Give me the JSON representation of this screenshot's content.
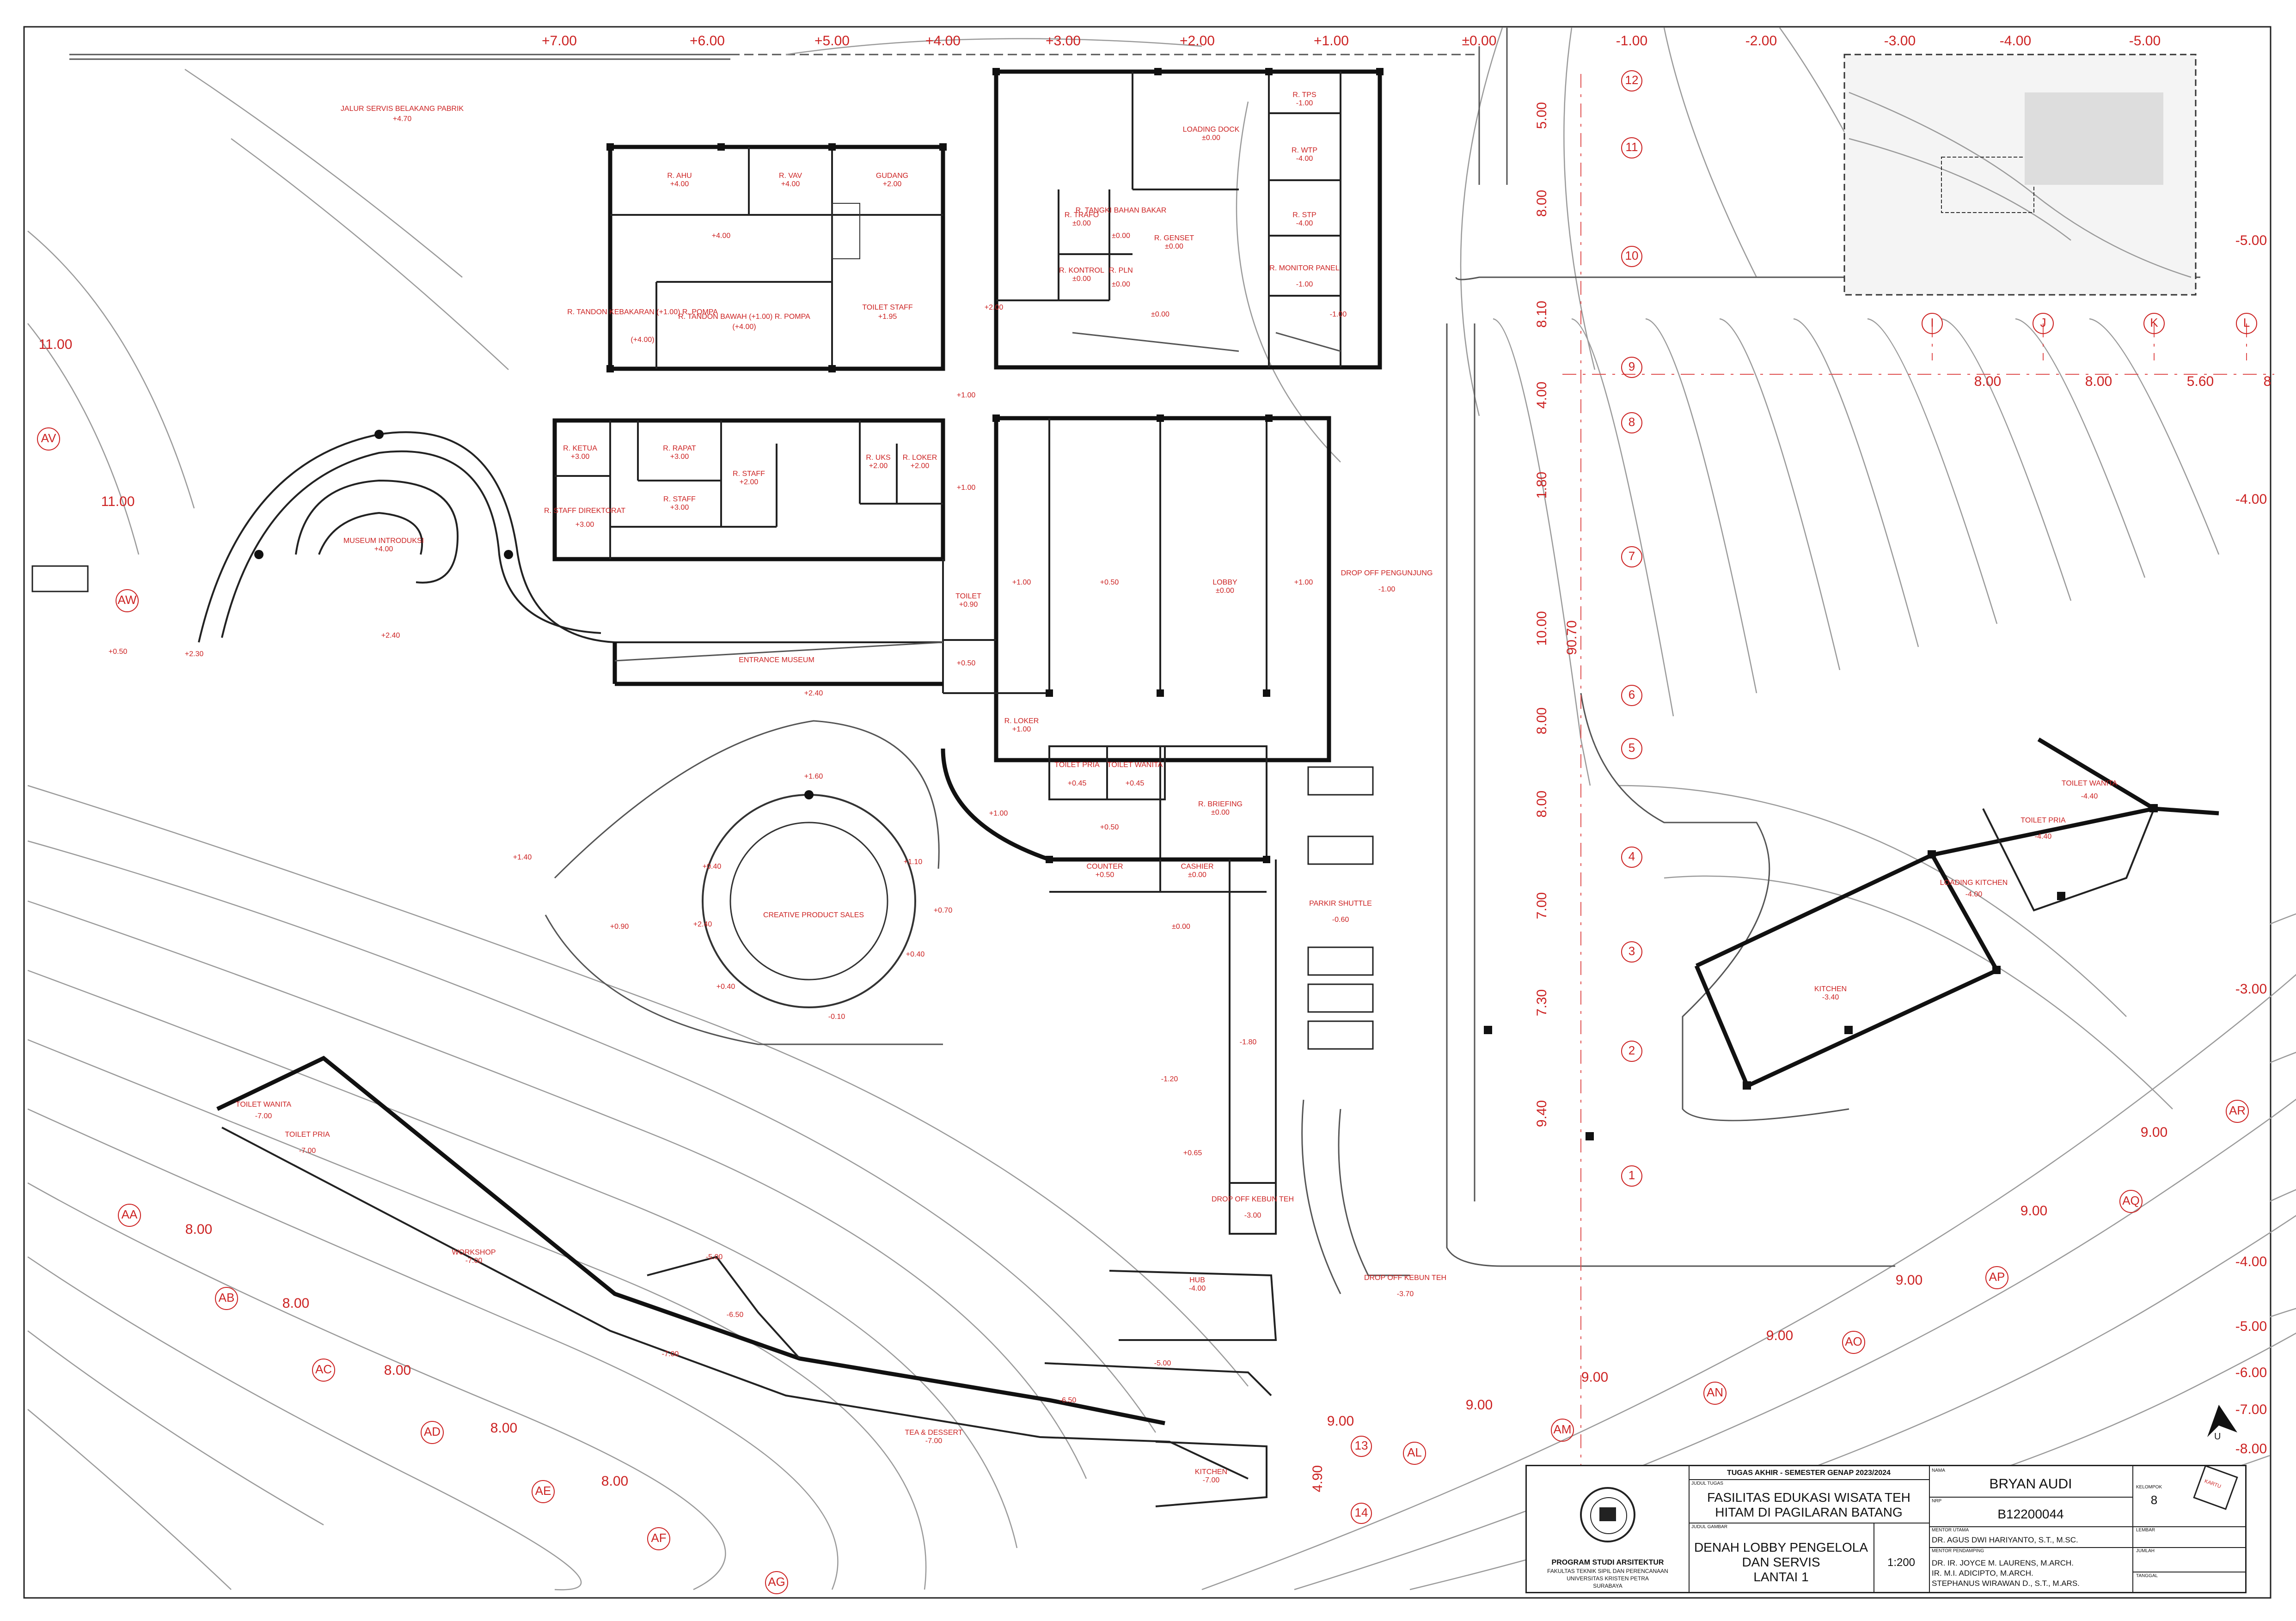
{
  "top_levels": [
    "+7.00",
    "+6.00",
    "+5.00",
    "+4.00",
    "+3.00",
    "+2.00",
    "+1.00",
    "±0.00",
    "-1.00",
    "-2.00",
    "-3.00",
    "-4.00",
    "-5.00"
  ],
  "right_levels": [
    "-5.00",
    "-4.00",
    "-3.00",
    "-4.00",
    "-5.00",
    "-6.00",
    "-7.00",
    "-8.00"
  ],
  "contour_labels": [
    "9.00",
    "9.00",
    "9.00",
    "9.00",
    "9.00",
    "9.00",
    "9.00",
    "8.00",
    "8.00",
    "8.00",
    "8.00",
    "8.00",
    "11.00",
    "11.00"
  ],
  "grid_columns": [
    "I",
    "J",
    "K",
    "L"
  ],
  "grid_column_dims": [
    "8.00",
    "8.00",
    "5.60",
    "8"
  ],
  "grid_rows_vertical": [
    "12",
    "11",
    "10",
    "9",
    "8",
    "7",
    "6",
    "5",
    "4",
    "3",
    "2",
    "1",
    "13",
    "14"
  ],
  "grid_row_dims": [
    "5.00",
    "8.00",
    "8.10",
    "4.00",
    "1.80",
    "10.00",
    "8.00",
    "8.00",
    "7.00",
    "7.30",
    "9.40",
    "90.70",
    "4.90"
  ],
  "grid_arc_axes": [
    "AV",
    "AW",
    "AA",
    "AB",
    "AC",
    "AD",
    "AE",
    "AF",
    "AG",
    "AR",
    "AQ",
    "AP",
    "AO",
    "AN",
    "AM",
    "AL"
  ],
  "rooms": [
    {
      "name": "JALUR SERVIS BELAKANG PABRIK",
      "level": "+4.70"
    },
    {
      "name": "R. AHU",
      "level": "+4.00"
    },
    {
      "name": "R. VAV",
      "level": "+4.00"
    },
    {
      "name": "GUDANG",
      "level": "+2.00"
    },
    {
      "name": "LOADING DOCK",
      "level": "±0.00"
    },
    {
      "name": "R. TPS",
      "level": "-1.00"
    },
    {
      "name": "R. WTP",
      "level": "-4.00"
    },
    {
      "name": "R. STP",
      "level": "-4.00"
    },
    {
      "name": "R. MONITOR PANEL",
      "level": "-1.00"
    },
    {
      "name": "R. TRAFO",
      "level": "±0.00"
    },
    {
      "name": "R. TANGKI BAHAN BAKAR",
      "level": "±0.00"
    },
    {
      "name": "R. GENSET",
      "level": "±0.00"
    },
    {
      "name": "R. KONTROL",
      "level": "±0.00"
    },
    {
      "name": "R. PLN",
      "level": "±0.00"
    },
    {
      "name": "R. TANDON KEBAKARAN (+1.00) R. POMPA",
      "level": "(+4.00)"
    },
    {
      "name": "R. TANDON BAWAH (+1.00) R. POMPA",
      "level": "(+4.00)"
    },
    {
      "name": "TOILET STAFF",
      "level": "+1.95"
    },
    {
      "name": "R. KETUA",
      "level": "+3.00"
    },
    {
      "name": "R. RAPAT",
      "level": "+3.00"
    },
    {
      "name": "R. STAFF",
      "level": "+2.00"
    },
    {
      "name": "R. UKS",
      "level": "+2.00"
    },
    {
      "name": "R. LOKER",
      "level": "+2.00"
    },
    {
      "name": "R. STAFF DIREKTORAT",
      "level": "+3.00"
    },
    {
      "name": "R. STAFF",
      "level": "+3.00"
    },
    {
      "name": "MUSEUM INTRODUKSI",
      "level": "+4.00"
    },
    {
      "name": "LOBBY",
      "level": "±0.00"
    },
    {
      "name": "DROP OFF PENGUNJUNG",
      "level": "-1.00"
    },
    {
      "name": "ENTRANCE MUSEUM",
      "level": ""
    },
    {
      "name": "TOILET",
      "level": "+0.90"
    },
    {
      "name": "R. LOKER",
      "level": "+1.00"
    },
    {
      "name": "TOILET PRIA",
      "level": "+0.45"
    },
    {
      "name": "TOILET WANITA",
      "level": "+0.45"
    },
    {
      "name": "R. BRIEFING",
      "level": "±0.00"
    },
    {
      "name": "COUNTER",
      "level": "+0.50"
    },
    {
      "name": "CASHIER",
      "level": "±0.00"
    },
    {
      "name": "PARKIR SHUTTLE",
      "level": "-0.60"
    },
    {
      "name": "CREATIVE PRODUCT SALES",
      "level": ""
    },
    {
      "name": "DROP OFF KEBUN TEH",
      "level": "-3.00"
    },
    {
      "name": "DROP OFF KEBUN TEH",
      "level": "-3.70"
    },
    {
      "name": "HUB",
      "level": "-4.00"
    },
    {
      "name": "TOILET WANITA",
      "level": "-7.00"
    },
    {
      "name": "TOILET PRIA",
      "level": "-7.00"
    },
    {
      "name": "WORKSHOP",
      "level": "-7.00"
    },
    {
      "name": "TEA & DESSERT",
      "level": "-7.00"
    },
    {
      "name": "KITCHEN",
      "level": "-7.00"
    },
    {
      "name": "TOILET WANITA",
      "level": "-4.40"
    },
    {
      "name": "TOILET PRIA",
      "level": "-4.40"
    },
    {
      "name": "LOADING KITCHEN",
      "level": "-4.00"
    },
    {
      "name": "KITCHEN",
      "level": "-3.40"
    }
  ],
  "spot_levels": [
    "+4.00",
    "+2.00",
    "±0.00",
    "-1.00",
    "+1.00",
    "+0.50",
    "+1.00",
    "+1.00",
    "+1.00",
    "+1.00",
    "+0.50",
    "+0.50",
    "+1.60",
    "+2.40",
    "+1.40",
    "+0.90",
    "+0.40",
    "+0.40",
    "+2.40",
    "+1.10",
    "+0.40",
    "+0.70",
    "-0.10",
    "±0.00",
    "-1.80",
    "-1.20",
    "+0.65",
    "+0.50",
    "+2.30",
    "+2.40",
    "-5.00",
    "-6.50",
    "-7.00",
    "-6.50",
    "-5.00"
  ],
  "title_block": {
    "course": "TUGAS AKHIR - SEMESTER GENAP 2023/2024",
    "project_label": "JUDUL TUGAS",
    "project_title_1": "FASILITAS EDUKASI WISATA TEH",
    "project_title_2": "HITAM DI PAGILARAN BATANG",
    "drawing_label": "JUDUL GAMBAR",
    "drawing_title_1": "DENAH LOBBY PENGELOLA",
    "drawing_title_2": "DAN SERVIS",
    "drawing_title_3": "LANTAI 1",
    "scale": "1:200",
    "school_1": "PROGRAM STUDI ARSITEKTUR",
    "school_2": "FAKULTAS TEKNIK SIPIL DAN PERENCANAAN",
    "school_3": "UNIVERSITAS KRISTEN PETRA",
    "school_4": "SURABAYA",
    "name_label": "NAMA",
    "name": "BRYAN AUDI",
    "nrp_label": "NRP",
    "nrp": "B12200044",
    "mentor_label": "MENTOR UTAMA",
    "mentor": "DR. AGUS DWI HARIYANTO, S.T., M.SC.",
    "comentor_label": "MENTOR PENDAMPING",
    "comentor_1": "DR. IR. JOYCE M. LAURENS, M.ARCH.",
    "comentor_2": "IR. M.I. ADICIPTO, M.ARCH.",
    "comentor_3": "STEPHANUS WIRAWAN D., S.T., M.ARS.",
    "group_label": "KELOMPOK",
    "group": "8",
    "sheet_label": "LEMBAR",
    "count_label": "JUMLAH",
    "date_label": "TANGGAL",
    "key_label": "KARTU"
  },
  "north_label": "U"
}
